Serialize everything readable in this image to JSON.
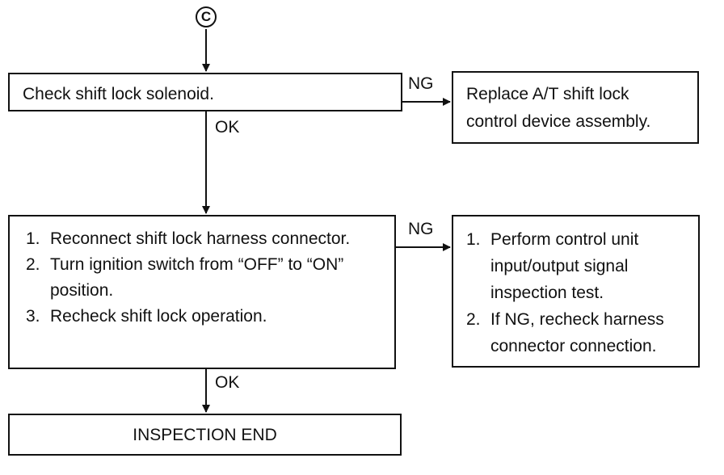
{
  "connector": {
    "label": "C"
  },
  "check_box": {
    "text": "Check shift lock solenoid."
  },
  "replace_box": {
    "text": "Replace A/T shift lock control device assembly."
  },
  "reconnect_box": {
    "steps": [
      {
        "num": "1.",
        "text": "Reconnect shift lock harness connector."
      },
      {
        "num": "2.",
        "text": "Turn ignition switch from “OFF” to “ON” position."
      },
      {
        "num": "3.",
        "text": "Recheck shift lock operation."
      }
    ]
  },
  "perform_box": {
    "steps": [
      {
        "num": "1.",
        "text": "Perform control unit input/output signal inspection test."
      },
      {
        "num": "2.",
        "text": "If NG, recheck harness connector connection."
      }
    ]
  },
  "end_box": {
    "text": "INSPECTION END"
  },
  "branch_labels": {
    "ng_1": "NG",
    "ok_1": "OK",
    "ng_2": "NG",
    "ok_2": "OK"
  }
}
